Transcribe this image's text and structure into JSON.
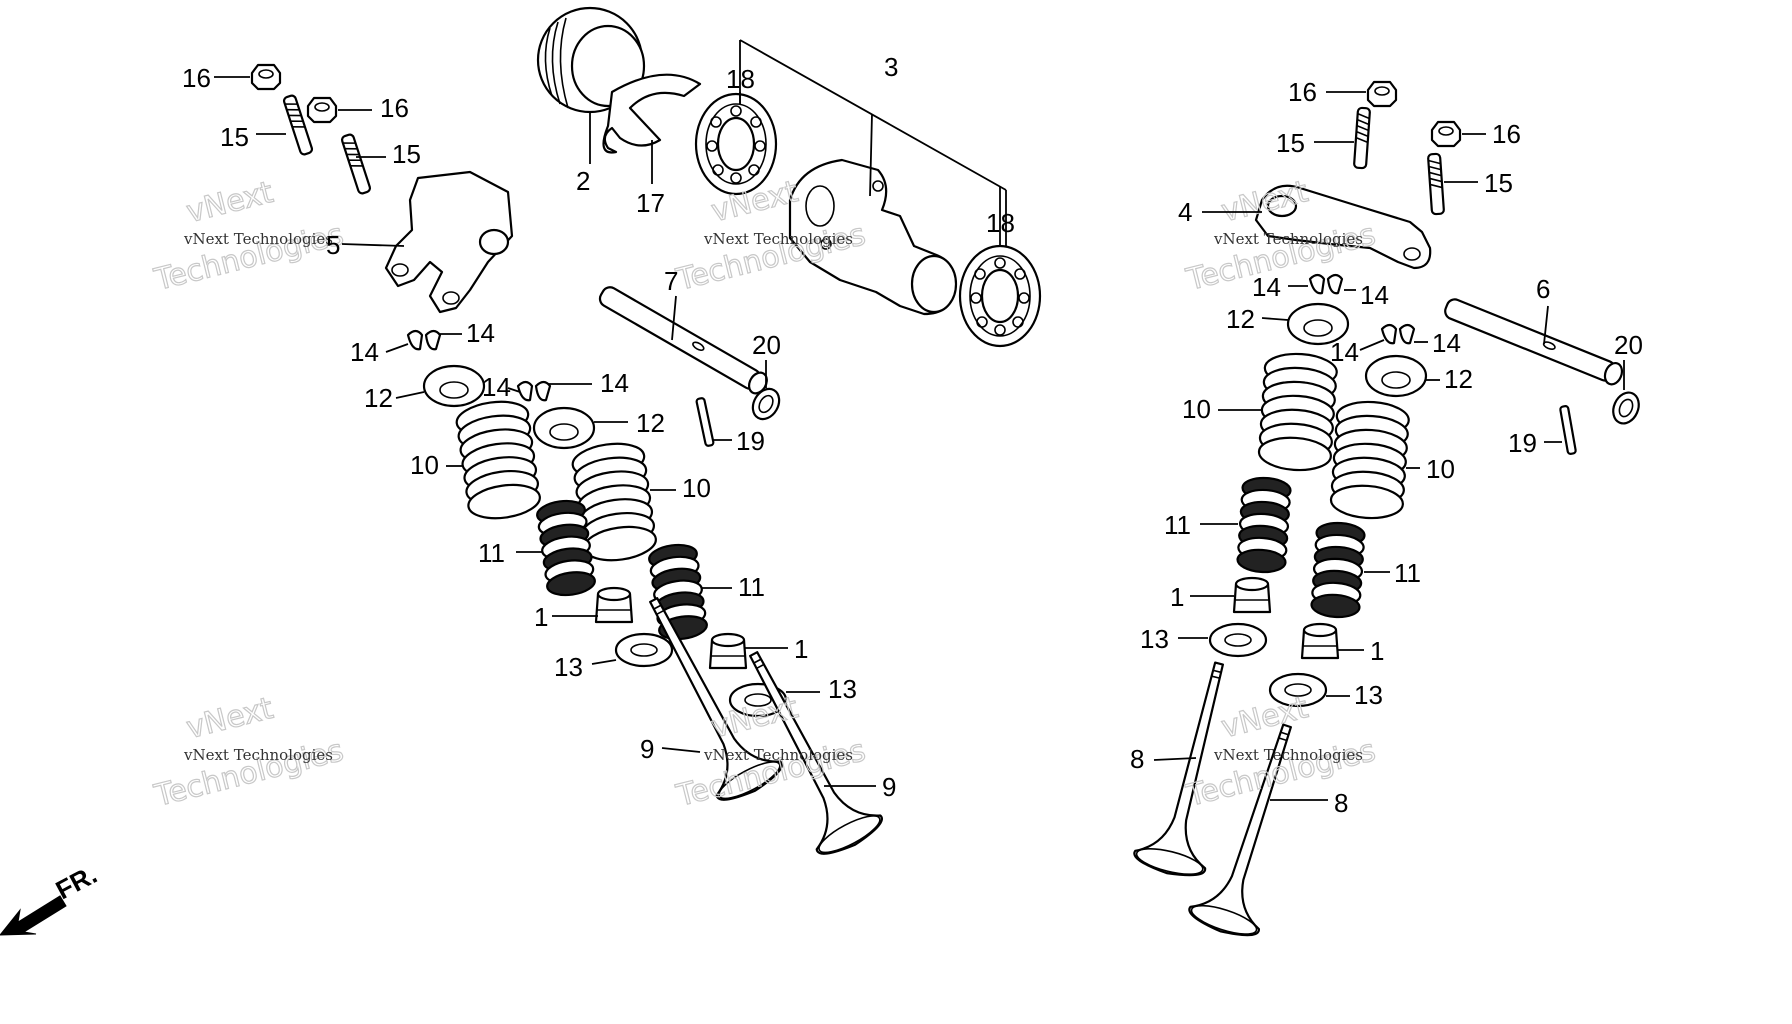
{
  "callouts": [
    {
      "id": "c16a",
      "text": "16"
    },
    {
      "id": "c16b",
      "text": "16"
    },
    {
      "id": "c15a",
      "text": "15"
    },
    {
      "id": "c15b",
      "text": "15"
    },
    {
      "id": "c5",
      "text": "5"
    },
    {
      "id": "c2",
      "text": "2"
    },
    {
      "id": "c17",
      "text": "17"
    },
    {
      "id": "c18a",
      "text": "18"
    },
    {
      "id": "c3",
      "text": "3"
    },
    {
      "id": "c18b",
      "text": "18"
    },
    {
      "id": "c7",
      "text": "7"
    },
    {
      "id": "c20a",
      "text": "20"
    },
    {
      "id": "c19a",
      "text": "19"
    },
    {
      "id": "c14a",
      "text": "14"
    },
    {
      "id": "c14b",
      "text": "14"
    },
    {
      "id": "c14c",
      "text": "14"
    },
    {
      "id": "c14d",
      "text": "14"
    },
    {
      "id": "c12a",
      "text": "12"
    },
    {
      "id": "c12b",
      "text": "12"
    },
    {
      "id": "c10a",
      "text": "10"
    },
    {
      "id": "c10b",
      "text": "10"
    },
    {
      "id": "c11a",
      "text": "11"
    },
    {
      "id": "c11b",
      "text": "11"
    },
    {
      "id": "c1a",
      "text": "1"
    },
    {
      "id": "c1b",
      "text": "1"
    },
    {
      "id": "c13a",
      "text": "13"
    },
    {
      "id": "c13b",
      "text": "13"
    },
    {
      "id": "c9a",
      "text": "9"
    },
    {
      "id": "c9b",
      "text": "9"
    },
    {
      "id": "c16c",
      "text": "16"
    },
    {
      "id": "c16d",
      "text": "16"
    },
    {
      "id": "c15c",
      "text": "15"
    },
    {
      "id": "c15d",
      "text": "15"
    },
    {
      "id": "c4",
      "text": "4"
    },
    {
      "id": "c6",
      "text": "6"
    },
    {
      "id": "c20b",
      "text": "20"
    },
    {
      "id": "c19b",
      "text": "19"
    },
    {
      "id": "c14e",
      "text": "14"
    },
    {
      "id": "c14f",
      "text": "14"
    },
    {
      "id": "c14g",
      "text": "14"
    },
    {
      "id": "c14h",
      "text": "14"
    },
    {
      "id": "c12c",
      "text": "12"
    },
    {
      "id": "c12d",
      "text": "12"
    },
    {
      "id": "c10c",
      "text": "10"
    },
    {
      "id": "c10d",
      "text": "10"
    },
    {
      "id": "c11c",
      "text": "11"
    },
    {
      "id": "c11d",
      "text": "11"
    },
    {
      "id": "c1c",
      "text": "1"
    },
    {
      "id": "c1d",
      "text": "1"
    },
    {
      "id": "c13c",
      "text": "13"
    },
    {
      "id": "c13d",
      "text": "13"
    },
    {
      "id": "c8a",
      "text": "8"
    },
    {
      "id": "c8b",
      "text": "8"
    }
  ],
  "watermark": {
    "line1": "vNext Technologies",
    "line2a": "vNext",
    "line2b": "Technologies"
  },
  "direction_marker": "FR.",
  "colors": {
    "ink": "#000000",
    "paper": "#ffffff",
    "watermark": "#c8c8c8"
  }
}
